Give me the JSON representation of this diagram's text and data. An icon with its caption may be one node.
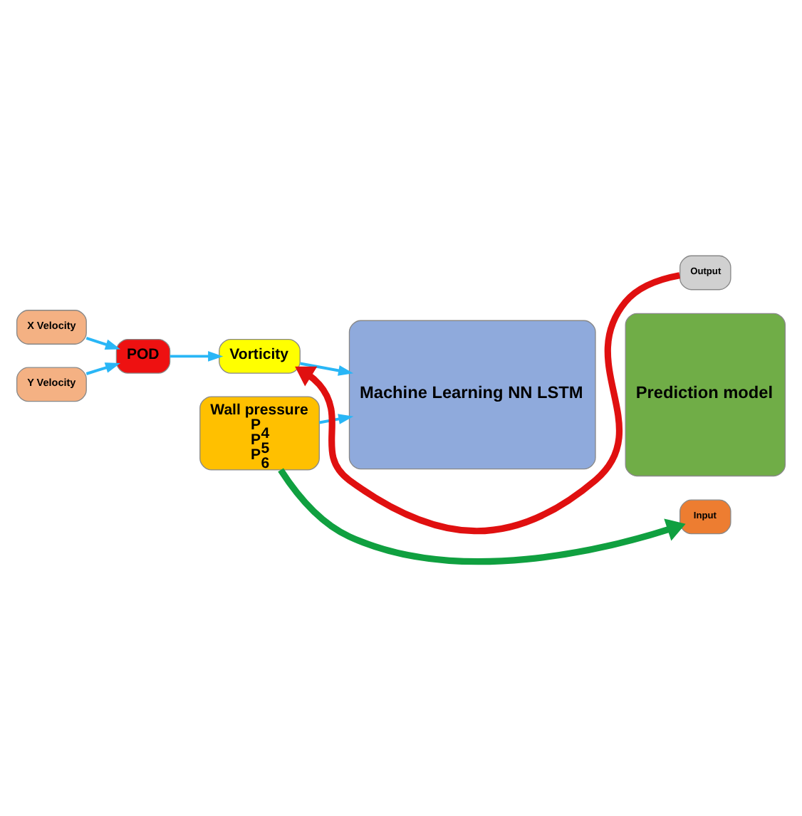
{
  "diagram": {
    "nodes": [
      {
        "text": [
          "X Velocity"
        ]
      },
      {
        "text": [
          "Y Velocity"
        ]
      },
      {
        "text": [
          "POD"
        ]
      },
      {
        "text": [
          "Vorticity"
        ]
      },
      {
        "text": [
          "Wall pressure",
          "P$_{4}$",
          "P$_{5}$",
          "P$_{6}$"
        ]
      },
      {
        "text": [
          "Machine Learning NN LSTM"
        ]
      },
      {
        "text": [
          "Output"
        ]
      },
      {
        "text": [
          "Prediction model"
        ]
      },
      {
        "text": [
          "Input"
        ]
      }
    ],
    "edges": [
      {
        "from": 0,
        "to": 2,
        "arrow": "to"
      },
      {
        "from": 1,
        "to": 2,
        "arrow": "to"
      },
      {
        "from": 2,
        "to": 3,
        "arrow": "to"
      },
      {
        "from": 3,
        "to": 5,
        "arrow": "to"
      },
      {
        "from": 4,
        "to": 5,
        "arrow": "to"
      },
      {
        "from": 6,
        "to": 3,
        "arrow": "to",
        "style": "thick",
        "color": "#e01010"
      },
      {
        "from": 4,
        "to": 8,
        "arrow": "to",
        "style": "thick",
        "color": "#10a040"
      }
    ]
  }
}
